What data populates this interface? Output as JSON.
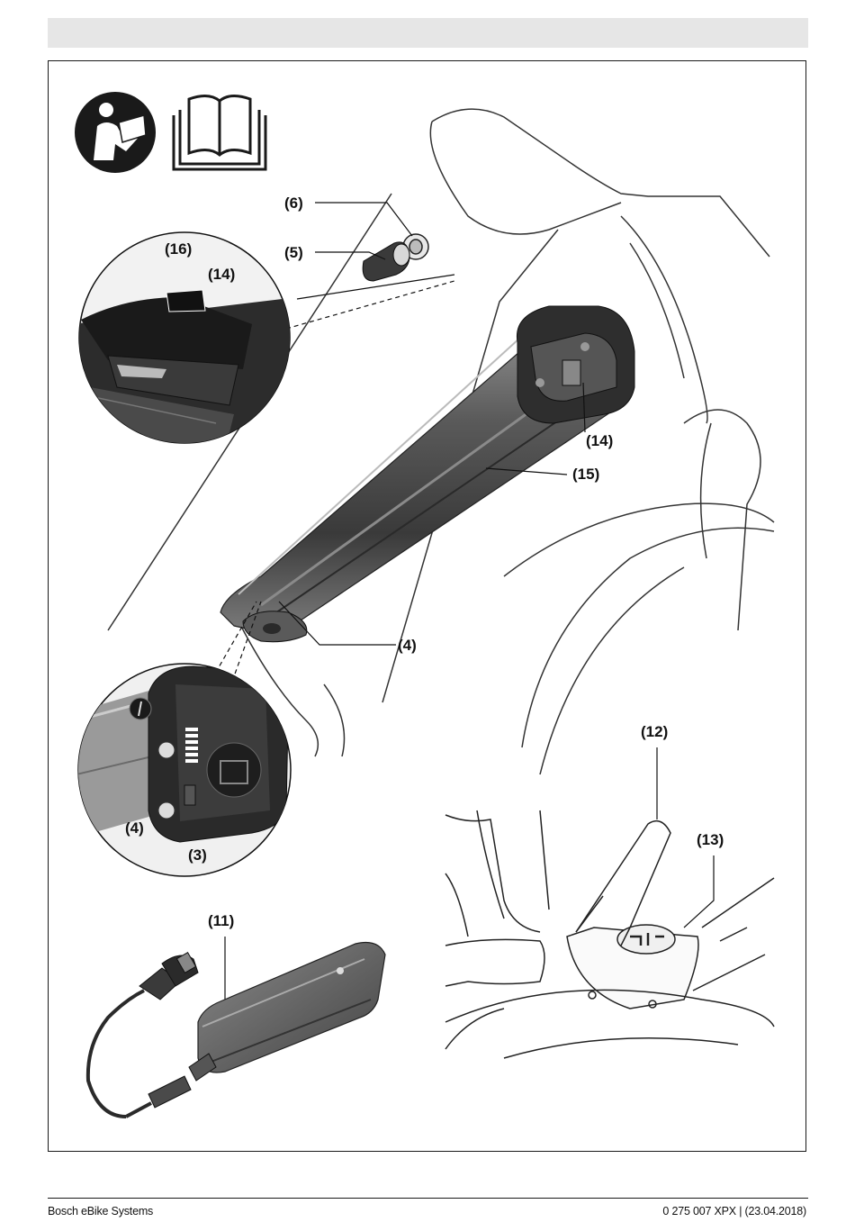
{
  "callouts": {
    "c6": "(6)",
    "c5": "(5)",
    "c16": "(16)",
    "c14_inset": "(14)",
    "c14_battery": "(14)",
    "c15": "(15)",
    "c4_main": "(4)",
    "c4_inset": "(4)",
    "c3": "(3)",
    "c12": "(12)",
    "c13": "(13)",
    "c11": "(11)"
  },
  "footer": {
    "brand": "Bosch eBike Systems",
    "doc_ref": "0 275 007 XPX | (23.04.2018)"
  }
}
